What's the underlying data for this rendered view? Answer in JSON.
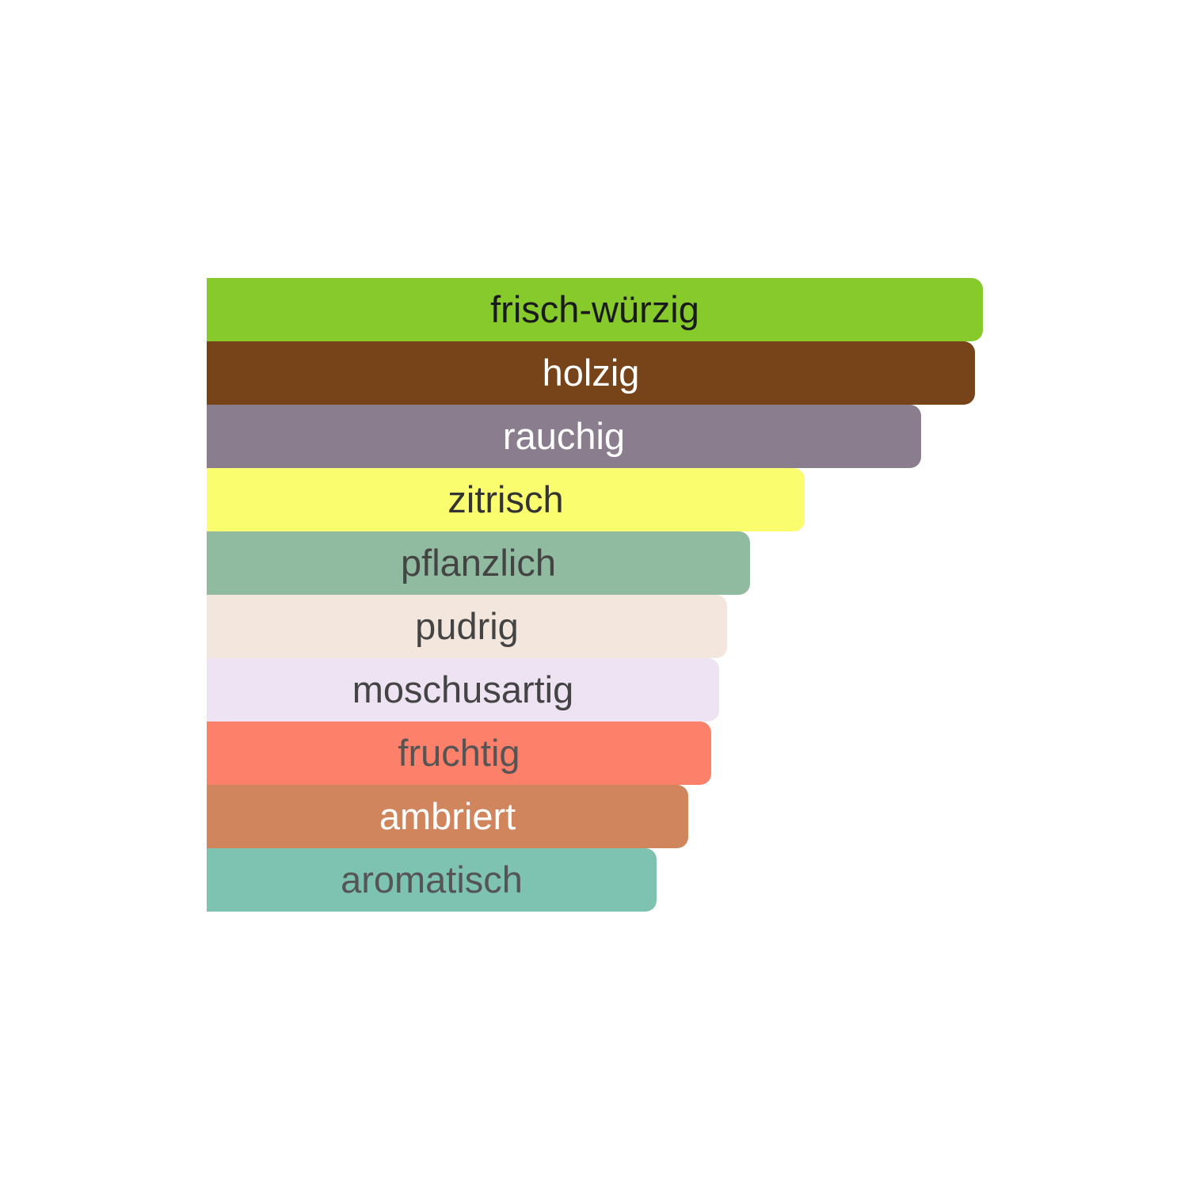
{
  "chart_data": {
    "type": "bar",
    "orientation": "horizontal",
    "categories": [
      "frisch-würzig",
      "holzig",
      "rauchig",
      "zitrisch",
      "pflanzlich",
      "pudrig",
      "moschusartig",
      "fruchtig",
      "ambriert",
      "aromatisch"
    ],
    "values": [
      100,
      99,
      92,
      77,
      70,
      67,
      66,
      65,
      62,
      58
    ],
    "colors": [
      "#86CA2B",
      "#77441A",
      "#897D8E",
      "#FAFE6E",
      "#91BBA0",
      "#F3E7DD",
      "#EEE3F2",
      "#FD806A",
      "#D1855D",
      "#7EC3B2"
    ],
    "label_colors": [
      "#1a1a1a",
      "#ffffff",
      "#ffffff",
      "#333333",
      "#444444",
      "#444444",
      "#444444",
      "#555555",
      "#ffffff",
      "#555555"
    ],
    "title": "",
    "xlabel": "",
    "ylabel": "",
    "grid": false,
    "legend": "none"
  }
}
